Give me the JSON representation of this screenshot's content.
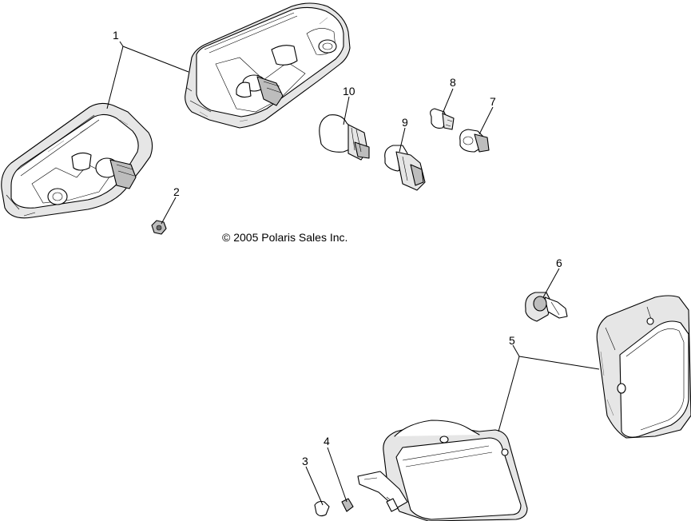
{
  "copyright": "© 2005 Polaris Sales Inc.",
  "callouts": {
    "c1": "1",
    "c2": "2",
    "c3": "3",
    "c4": "4",
    "c5": "5",
    "c6": "6",
    "c7": "7",
    "c8": "8",
    "c9": "9",
    "c10": "10"
  }
}
